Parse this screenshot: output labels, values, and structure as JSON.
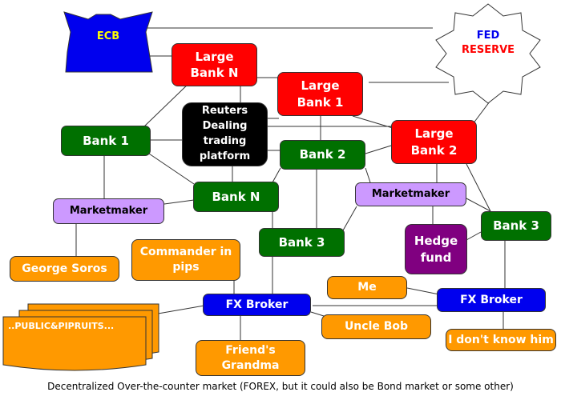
{
  "nodes": {
    "ecb": "ECB",
    "fed_line1": "FED",
    "fed_line2": "RESERVE",
    "large_bank_n": "Large\nBank N",
    "large_bank_1": "Large\nBank 1",
    "large_bank_2": "Large\nBank 2",
    "reuters": "Reuters\nDealing\ntrading\nplatform",
    "bank_1": "Bank 1",
    "bank_2": "Bank 2",
    "bank_n": "Bank N",
    "bank_3_center": "Bank 3",
    "bank_3_right": "Bank 3",
    "marketmaker_left": "Marketmaker",
    "marketmaker_right": "Marketmaker",
    "hedge_fund": "Hedge\nfund",
    "george_soros": "George Soros",
    "commander": "Commander in\npips",
    "fx_broker_left": "FX Broker",
    "fx_broker_right": "FX Broker",
    "public": "..PUBLIC&PIPRUITS...",
    "uncle_bob": "Uncle Bob",
    "friends_grandma": "Friend's\nGrandma",
    "me": "Me",
    "dont_know": "I don't know him"
  },
  "caption": "Decentralized Over-the-counter market (FOREX, but it could also be Bond market or some other)",
  "colors": {
    "red": "#ff0000",
    "green": "#007000",
    "lilac": "#cc99ff",
    "orange": "#ff9900",
    "blue": "#0000ee",
    "purple": "#800080",
    "ecb_text": "#ffff00",
    "fed_blue": "#0000ee",
    "fed_red": "#ff0000"
  }
}
